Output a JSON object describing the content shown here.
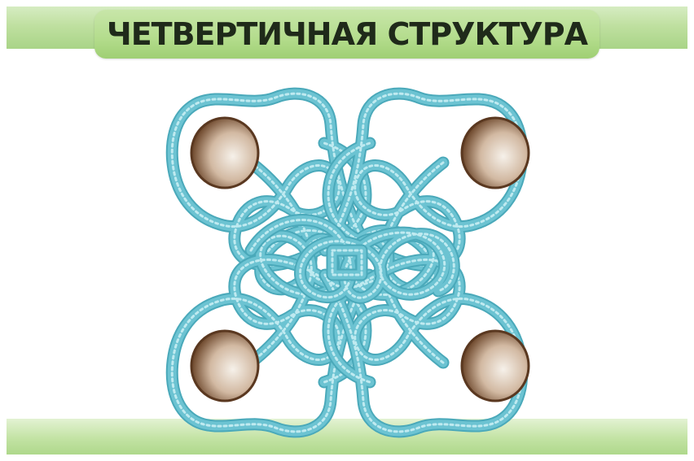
{
  "title": "ЧЕТВЕРТИЧНАЯ СТРУКТУРА",
  "colors": {
    "chain": "#6cc3d2",
    "chain_highlight": "#c9eef3",
    "heme_dark": "#6a4428",
    "heme_light": "#f4ede6",
    "band_green": "#b3dc8c"
  },
  "subunits": [
    {
      "name": "subunit-top-left",
      "icon": "heme-group-icon"
    },
    {
      "name": "subunit-top-right",
      "icon": "heme-group-icon"
    },
    {
      "name": "subunit-bottom-left",
      "icon": "heme-group-icon"
    },
    {
      "name": "subunit-bottom-right",
      "icon": "heme-group-icon"
    }
  ]
}
